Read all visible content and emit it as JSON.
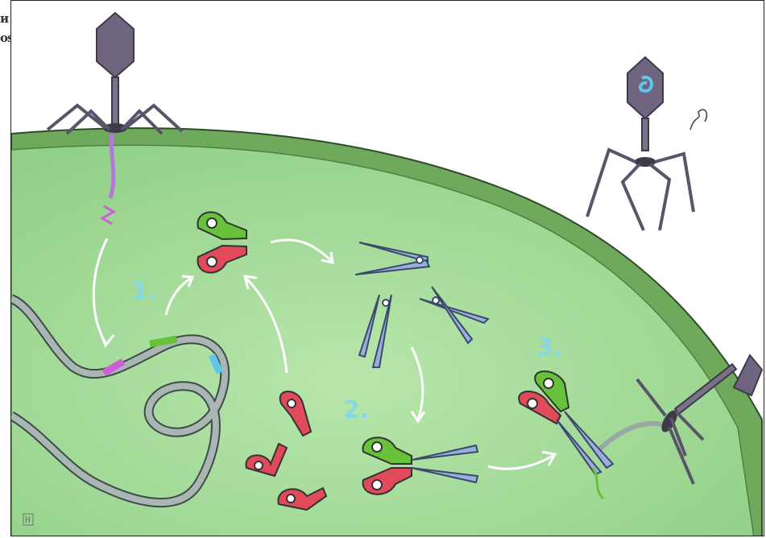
{
  "clipped_left_text": {
    "line1": "и",
    "line2": "os"
  },
  "steps": {
    "one": "1.",
    "two": "2.",
    "three": "3."
  },
  "signature": "H",
  "colors": {
    "cytoplasm": "#a8dc9b",
    "membrane": "#6fa95b",
    "phage": "#6f6580",
    "dna": "#9aa7a5",
    "crispr_green": "#67c23a",
    "crispr_red": "#e04a5a",
    "cas_blade": "#9aaedc",
    "spacer_magenta": "#cf5fd6",
    "spacer_cyan": "#5fc8e8",
    "arrow": "#ffffff"
  }
}
